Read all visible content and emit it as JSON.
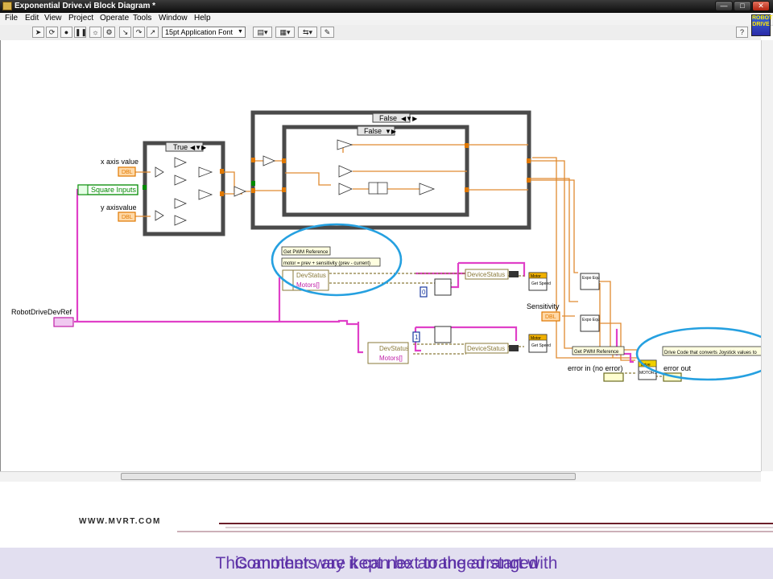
{
  "window": {
    "title": "Exponential Drive.vi Block Diagram *"
  },
  "menu": [
    "File",
    "Edit",
    "View",
    "Project",
    "Operate",
    "Tools",
    "Window",
    "Help"
  ],
  "toolbar": {
    "font": "15pt Application Font"
  },
  "palette": {
    "label": "ROBOT DRIVE"
  },
  "diagram": {
    "labels": {
      "x_axis": "x axis value",
      "y_axis": "y axisvalue",
      "robot_ref": "RobotDriveDevRef",
      "sensitivity": "Sensitivity",
      "error_in": "error in (no error)",
      "error_out": "error out"
    },
    "case_true": "True",
    "case_false_outer": "False",
    "case_false_inner": "False",
    "square_inputs": "Square Inputs",
    "dbl": "DBL",
    "get_pwm_ref_1": "Get PWM Reference",
    "get_pwm_ref_2": "Get PWM Reference",
    "formula_comment": "motor = prev + sensitivity (prev - current)",
    "devstatus_1": "DevStatus",
    "motors_1": "Motors[]",
    "devstatus_2": "DevStatus",
    "motors_2": "Motors[]",
    "device_status_1": "DeviceStatus",
    "device_status_2": "DeviceStatus",
    "motor": "Motor",
    "get_speed": "Get Speed",
    "expo_equ": "Expo Equ",
    "const_0": "0",
    "const_1": "1",
    "drive_comment": "Drive Code that converts Joystick values to",
    "drive": "Drive",
    "motors_vi": "MOTORS"
  },
  "footer": {
    "logo": "WWW.MVRT.COM"
  },
  "caption": {
    "line_a": "Comments are kept next to the arranged",
    "line_b": "This another way it can be arranged start with"
  },
  "colors": {
    "wire_pink": "#e040c8",
    "wire_orange": "#e07800",
    "highlight": "#25a0e0",
    "caption": "#5a2ea6"
  }
}
